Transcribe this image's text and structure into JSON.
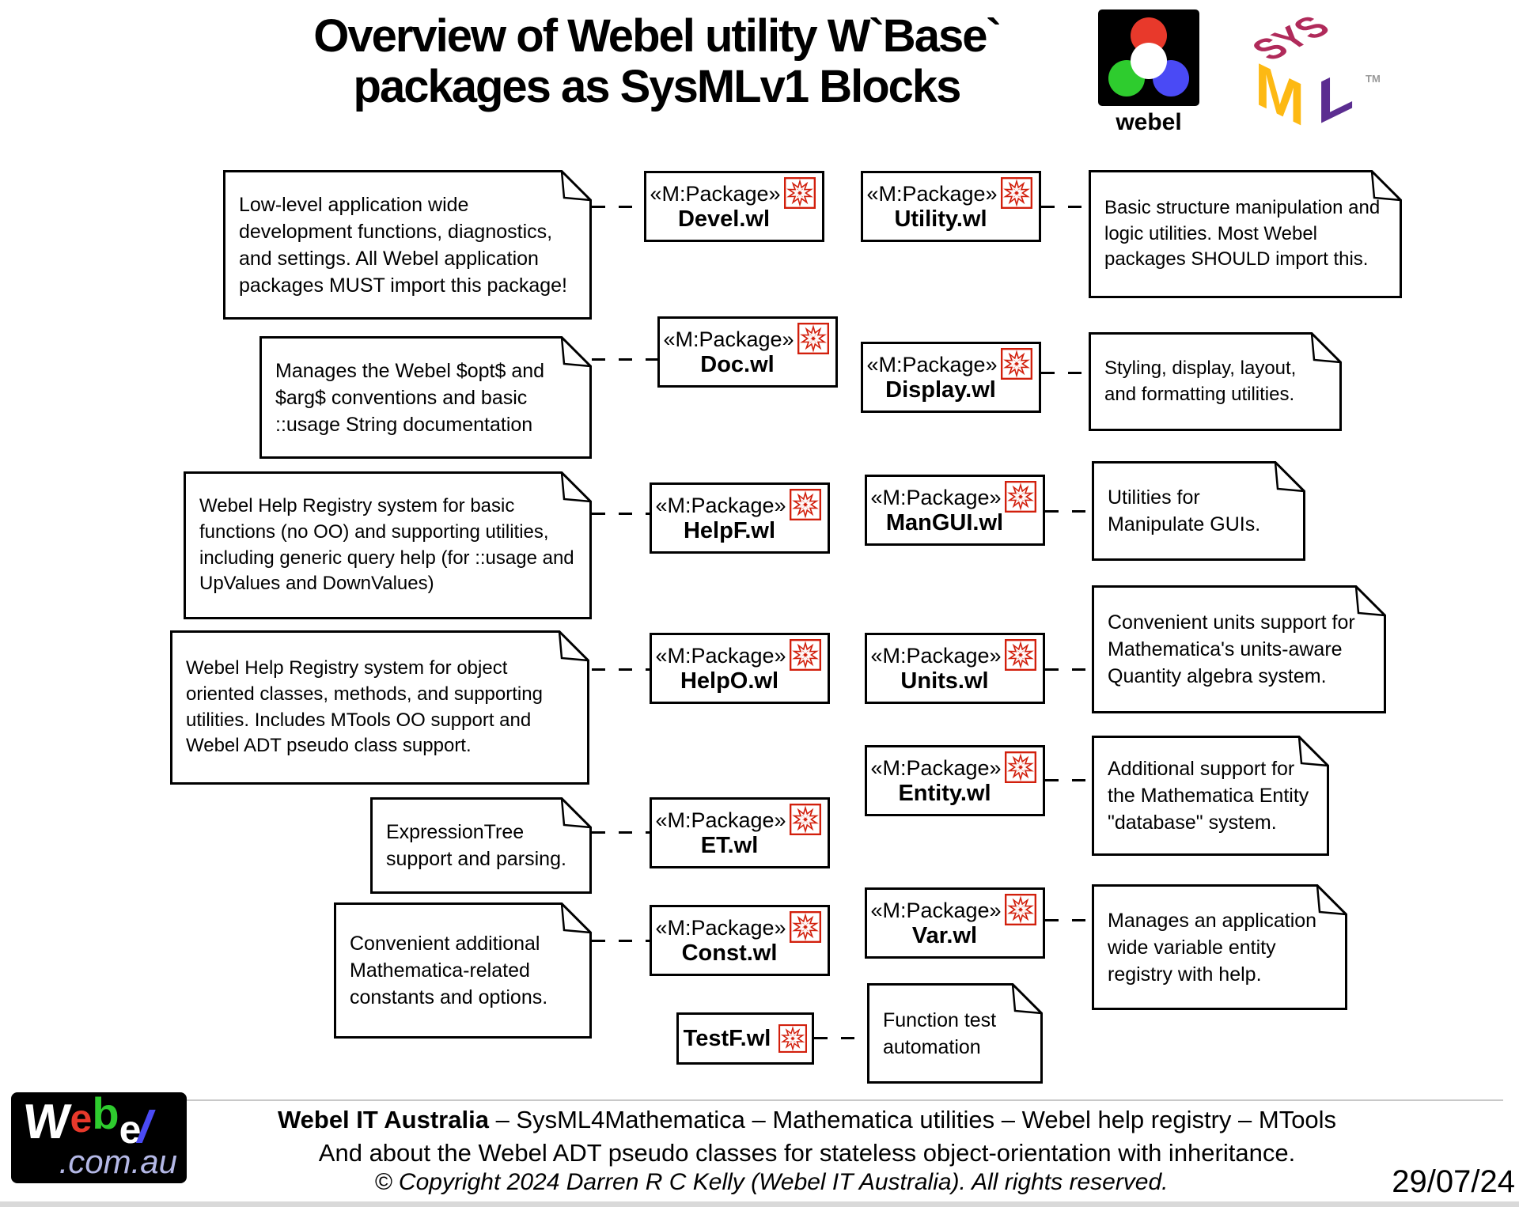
{
  "title": {
    "line1": "Overview of Webel utility W`Base`",
    "line2": "packages as SysMLv1 Blocks"
  },
  "header_logos": {
    "webel_label": "webel",
    "sysml": {
      "top": "SYS",
      "left": "M",
      "right": "L",
      "tm": "TM"
    }
  },
  "stereotype_label": "«M:Package»",
  "packages": [
    {
      "name": "Devel.wl"
    },
    {
      "name": "Utility.wl"
    },
    {
      "name": "Doc.wl"
    },
    {
      "name": "Display.wl"
    },
    {
      "name": "HelpF.wl"
    },
    {
      "name": "ManGUI.wl"
    },
    {
      "name": "HelpO.wl"
    },
    {
      "name": "Units.wl"
    },
    {
      "name": "ET.wl"
    },
    {
      "name": "Entity.wl"
    },
    {
      "name": "Const.wl"
    },
    {
      "name": "Var.wl"
    },
    {
      "name": "TestF.wl"
    }
  ],
  "notes": [
    {
      "text": "Low-level application wide development functions, diagnostics, and settings. All Webel application packages MUST import this package!"
    },
    {
      "text": "Basic structure manipulation and logic utilities. Most Webel packages SHOULD import this."
    },
    {
      "text": "Manages the Webel $opt$ and $arg$ conventions and basic ::usage String documentation"
    },
    {
      "text": "Styling, display, layout, and formatting utilities."
    },
    {
      "text": "Webel Help Registry system for basic functions (no OO) and supporting utilities, including generic query help (for ::usage and UpValues and DownValues)"
    },
    {
      "text": "Utilities for Manipulate GUIs."
    },
    {
      "text": "Webel Help Registry system for object oriented classes, methods, and supporting utilities. Includes MTools OO support and Webel ADT pseudo class support."
    },
    {
      "text": "Convenient units support for Mathematica's units-aware Quantity algebra system."
    },
    {
      "text": "ExpressionTree support and parsing."
    },
    {
      "text": "Additional support for the Mathematica Entity \"database\" system."
    },
    {
      "text": "Convenient additional Mathematica-related constants and options."
    },
    {
      "text": "Manages an application wide variable entity registry with help."
    },
    {
      "text": "Function test automation"
    }
  ],
  "footer": {
    "line1_bold": "Webel IT Australia",
    "line1_rest": "  – SysML4Mathematica – Mathematica utilities – Webel help registry – MTools",
    "line2": "And about the Webel ADT pseudo classes for stateless object-orientation with inheritance.",
    "copyright": "© Copyright 2024 Darren R C Kelly (Webel IT Australia). All rights reserved.",
    "date": "29/07/24",
    "logo": {
      "l1": "W",
      "l2": "e",
      "l3": "b",
      "l4": "e",
      "l5": "l",
      "domain": ".com.au"
    }
  },
  "colors": {
    "spikey_red": "#d21f0c",
    "sysml_sys": "#b02a5a",
    "sysml_m": "#fdb913",
    "sysml_l": "#5b2d90",
    "webel_red": "#e8392b",
    "webel_green": "#2ecc2e",
    "webel_blue": "#4a4af5",
    "webel_lavender": "#b4b8e6"
  }
}
